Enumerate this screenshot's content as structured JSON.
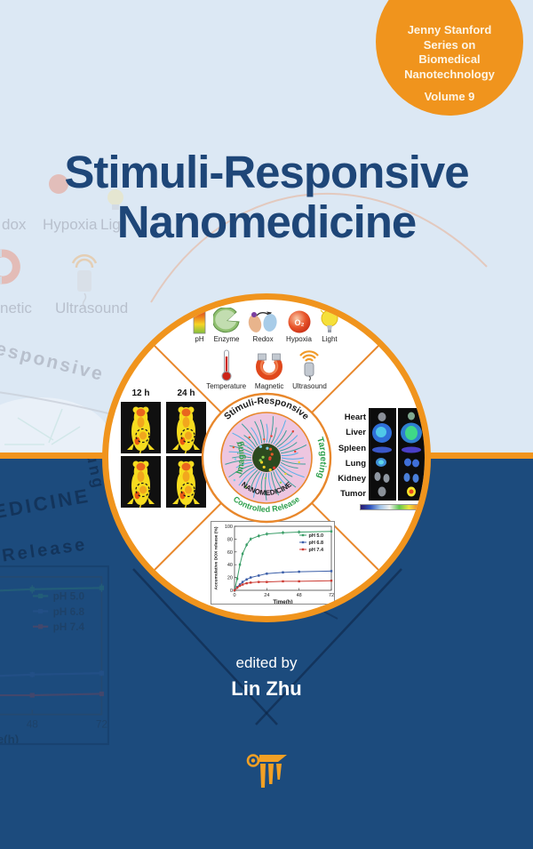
{
  "colors": {
    "light-bg": "#dce8f4",
    "dark-bg": "#1c4b7d",
    "orange": "#f0941d",
    "title-blue": "#1e4678",
    "cream": "#fdf5e6",
    "green": "#2ea04c"
  },
  "series_badge": {
    "lines": [
      "Jenny Stanford",
      "Series on",
      "Biomedical",
      "Nanotechnology"
    ],
    "volume": "Volume 9"
  },
  "title_line1": "Stimuli-Responsive",
  "title_line2": "Nanomedicine",
  "diagram": {
    "stimuli": [
      "pH",
      "Enzyme",
      "Redox",
      "Hypoxia",
      "Light",
      "Temperature",
      "Magnetic",
      "Ultrasound"
    ],
    "hypoxia_symbol": "O₂",
    "center": {
      "top": "Stimuli-Responsive",
      "left": "Imaging",
      "right": "Targeting",
      "bottom": "Controlled Release",
      "inner": "NANOMEDICINE"
    },
    "mouse_panel": [
      "12 h",
      "24 h"
    ],
    "organs": [
      "Heart",
      "Liver",
      "Spleen",
      "Lung",
      "Kidney",
      "Tumor"
    ]
  },
  "chart_data": {
    "type": "line",
    "x": [
      0,
      2,
      4,
      6,
      9,
      12,
      18,
      24,
      36,
      48,
      72
    ],
    "series": [
      {
        "name": "pH 5.0",
        "color": "#3b9e68",
        "err": 3,
        "values": [
          0,
          18,
          40,
          57,
          71,
          80,
          85,
          88,
          90,
          91,
          92
        ]
      },
      {
        "name": "pH 6.8",
        "color": "#3b5ea8",
        "err": 2,
        "values": [
          0,
          5,
          9,
          13,
          17,
          20,
          23,
          26,
          28,
          29,
          30
        ]
      },
      {
        "name": "pH 7.4",
        "color": "#cc3b33",
        "err": 1.5,
        "values": [
          0,
          4,
          7,
          9,
          11,
          12,
          13,
          13,
          14,
          14,
          15
        ]
      }
    ],
    "title": "",
    "xlabel": "Time(h)",
    "ylabel": "Accumulative DOX release (%)",
    "xlim": [
      0,
      72
    ],
    "ylim": [
      0,
      100
    ],
    "xticks": [
      0,
      24,
      48,
      72
    ],
    "yticks": [
      0,
      20,
      40,
      60,
      80,
      100
    ],
    "grid": false,
    "legend_position": "upper right"
  },
  "edited_by": "edited by",
  "editor": "Lin Zhu",
  "watermark": {
    "dox": "dox",
    "hypoxia": "Hypoxia",
    "lig": "Lig",
    "netic": "netic",
    "ultrasound": "Ultrasound",
    "esponsive": "esponsive",
    "edicine": "EDICINE",
    "release": "Release",
    "ung": "ung"
  }
}
